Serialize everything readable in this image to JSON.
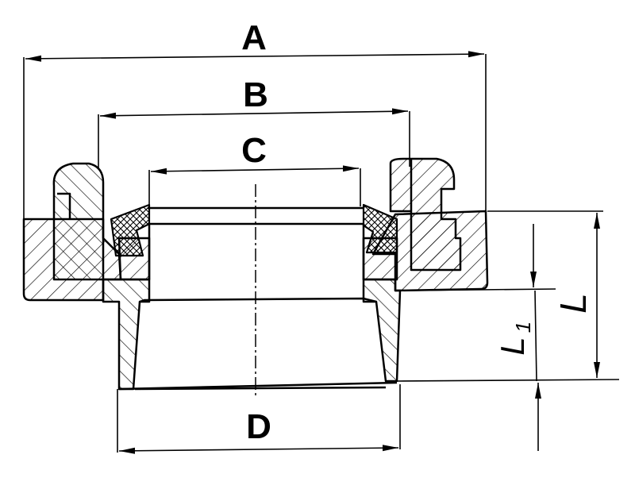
{
  "labels": {
    "A": "A",
    "B": "B",
    "C": "C",
    "D": "D",
    "L": "L",
    "L1_main": "L",
    "L1_sub": "1"
  },
  "colors": {
    "line": "#000000",
    "background": "#ffffff"
  }
}
